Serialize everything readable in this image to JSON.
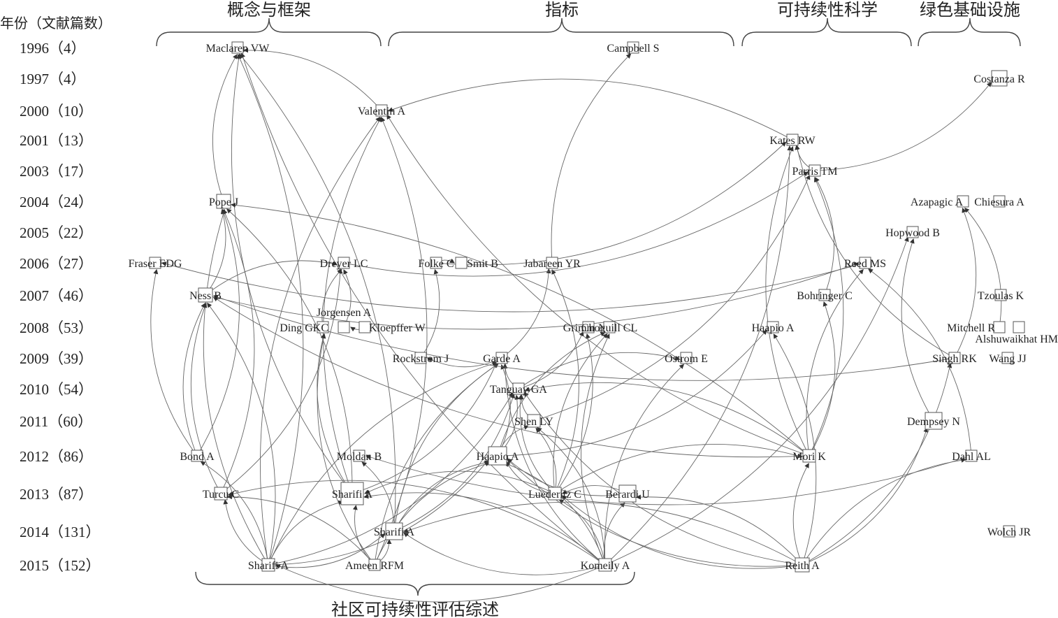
{
  "header": {
    "year_axis_title": "年份（文献篇数）",
    "bottom_category": "社区可持续性评估综述"
  },
  "categories": [
    {
      "id": "concept",
      "label": "概念与框架"
    },
    {
      "id": "indicator",
      "label": "指标"
    },
    {
      "id": "sustain",
      "label": "可持续性科学"
    },
    {
      "id": "green",
      "label": "绿色基础设施"
    }
  ],
  "years": [
    {
      "year": "1996",
      "label": "1996（4）"
    },
    {
      "year": "1997",
      "label": "1997（4）"
    },
    {
      "year": "2000",
      "label": "2000（10）"
    },
    {
      "year": "2001",
      "label": "2001（13）"
    },
    {
      "year": "2003",
      "label": "2003（17）"
    },
    {
      "year": "2004",
      "label": "2004（24）"
    },
    {
      "year": "2005",
      "label": "2005（22）"
    },
    {
      "year": "2006",
      "label": "2006（27）"
    },
    {
      "year": "2007",
      "label": "2007（46）"
    },
    {
      "year": "2008",
      "label": "2008（53）"
    },
    {
      "year": "2009",
      "label": "2009（39）"
    },
    {
      "year": "2010",
      "label": "2010（54）"
    },
    {
      "year": "2011",
      "label": "2011（60）"
    },
    {
      "year": "2012",
      "label": "2012（86）"
    },
    {
      "year": "2013",
      "label": "2013（87）"
    },
    {
      "year": "2014",
      "label": "2014（131）"
    },
    {
      "year": "2015",
      "label": "2015（152）"
    }
  ],
  "nodes": [
    {
      "id": "maclaren",
      "label": "Maclaren VW",
      "year": "1996"
    },
    {
      "id": "campbell",
      "label": "Campbell S",
      "year": "1996"
    },
    {
      "id": "costanza",
      "label": "Costanza R",
      "year": "1997"
    },
    {
      "id": "valentin",
      "label": "Valentin A",
      "year": "2000"
    },
    {
      "id": "kates",
      "label": "Kates RW",
      "year": "2001"
    },
    {
      "id": "parris",
      "label": "Parris TM",
      "year": "2003"
    },
    {
      "id": "pope",
      "label": "Pope J",
      "year": "2004"
    },
    {
      "id": "azapagic",
      "label": "Azapagic A",
      "year": "2004"
    },
    {
      "id": "chiesura",
      "label": "Chiesura A",
      "year": "2004"
    },
    {
      "id": "hopwood",
      "label": "Hopwood B",
      "year": "2005"
    },
    {
      "id": "fraser",
      "label": "Fraser EDG",
      "year": "2006"
    },
    {
      "id": "dreyer",
      "label": "Dreyer LC",
      "year": "2006"
    },
    {
      "id": "folke",
      "label": "Folke C",
      "year": "2006"
    },
    {
      "id": "smit",
      "label": "Smit B",
      "year": "2006"
    },
    {
      "id": "jabareen",
      "label": "Jabareen YR",
      "year": "2006"
    },
    {
      "id": "reed",
      "label": "Reed MS",
      "year": "2006"
    },
    {
      "id": "ness",
      "label": "Ness B",
      "year": "2007"
    },
    {
      "id": "bohringer",
      "label": "Bohringer C",
      "year": "2007"
    },
    {
      "id": "tzoulas",
      "label": "Tzoulas K",
      "year": "2007"
    },
    {
      "id": "jorgensen",
      "label": "Jorgensen A",
      "year": "2008"
    },
    {
      "id": "ding",
      "label": "Ding GKC",
      "year": "2008"
    },
    {
      "id": "kloepffer",
      "label": "Kloepffer W",
      "year": "2008"
    },
    {
      "id": "grimm",
      "label": "Grimm NB",
      "year": "2008"
    },
    {
      "id": "choguill",
      "label": "Choguill CL",
      "year": "2008"
    },
    {
      "id": "haapio08",
      "label": "Haapio A",
      "year": "2008"
    },
    {
      "id": "mitchell",
      "label": "Mitchell R",
      "year": "2008"
    },
    {
      "id": "alshuwaikhat",
      "label": "Alshuwaikhat HM",
      "year": "2008"
    },
    {
      "id": "rockstrom",
      "label": "Rockstrom J",
      "year": "2009"
    },
    {
      "id": "garde",
      "label": "Garde A",
      "year": "2009"
    },
    {
      "id": "ostrom",
      "label": "Ostrom E",
      "year": "2009"
    },
    {
      "id": "singh",
      "label": "Singh RK",
      "year": "2009"
    },
    {
      "id": "wang",
      "label": "Wang JJ",
      "year": "2009"
    },
    {
      "id": "tanguay",
      "label": "Tanguay GA",
      "year": "2010"
    },
    {
      "id": "shen",
      "label": "Shen LY",
      "year": "2011"
    },
    {
      "id": "dempsey",
      "label": "Dempsey N",
      "year": "2011"
    },
    {
      "id": "bond",
      "label": "Bond A",
      "year": "2012"
    },
    {
      "id": "moldan",
      "label": "Moldan B",
      "year": "2012"
    },
    {
      "id": "haapio12",
      "label": "Haapio A",
      "year": "2012"
    },
    {
      "id": "mori",
      "label": "Mori K",
      "year": "2012"
    },
    {
      "id": "dahl",
      "label": "Dahl AL",
      "year": "2012"
    },
    {
      "id": "turcu",
      "label": "Turcu C",
      "year": "2013"
    },
    {
      "id": "sharifi13",
      "label": "Sharifi A",
      "year": "2013"
    },
    {
      "id": "luederitz",
      "label": "Luederitz C",
      "year": "2013"
    },
    {
      "id": "berardi",
      "label": "Berardi U",
      "year": "2013"
    },
    {
      "id": "sharifi14",
      "label": "Sharifi A",
      "year": "2014"
    },
    {
      "id": "wolch",
      "label": "Wolch JR",
      "year": "2014"
    },
    {
      "id": "sharifi15",
      "label": "Sharifi A",
      "year": "2015"
    },
    {
      "id": "ameen",
      "label": "Ameen RFM",
      "year": "2015"
    },
    {
      "id": "komeily",
      "label": "Komeily A",
      "year": "2015"
    },
    {
      "id": "reith",
      "label": "Reith A",
      "year": "2015"
    }
  ],
  "edges": [
    [
      "sharifi15",
      "maclaren"
    ],
    [
      "sharifi15",
      "pope"
    ],
    [
      "sharifi15",
      "ness"
    ],
    [
      "sharifi15",
      "sharifi13"
    ],
    [
      "sharifi15",
      "sharifi14"
    ],
    [
      "sharifi15",
      "garde"
    ],
    [
      "sharifi15",
      "haapio12"
    ],
    [
      "sharifi15",
      "turcu"
    ],
    [
      "sharifi15",
      "bond"
    ],
    [
      "sharifi15",
      "valentin"
    ],
    [
      "sharifi15",
      "tanguay"
    ],
    [
      "ameen",
      "sharifi13"
    ],
    [
      "ameen",
      "sharifi14"
    ],
    [
      "ameen",
      "haapio12"
    ],
    [
      "ameen",
      "turcu"
    ],
    [
      "ameen",
      "ding"
    ],
    [
      "ameen",
      "valentin"
    ],
    [
      "ameen",
      "garde"
    ],
    [
      "komeily",
      "sharifi13"
    ],
    [
      "komeily",
      "sharifi14"
    ],
    [
      "komeily",
      "haapio12"
    ],
    [
      "komeily",
      "berardi"
    ],
    [
      "komeily",
      "luederitz"
    ],
    [
      "komeily",
      "choguill"
    ],
    [
      "komeily",
      "kates"
    ],
    [
      "komeily",
      "maclaren"
    ],
    [
      "komeily",
      "turcu"
    ],
    [
      "komeily",
      "garde"
    ],
    [
      "komeily",
      "shen"
    ],
    [
      "komeily",
      "ostrom"
    ],
    [
      "komeily",
      "hopwood"
    ],
    [
      "komeily",
      "sharifi15"
    ],
    [
      "reith",
      "sharifi14"
    ],
    [
      "reith",
      "haapio12"
    ],
    [
      "reith",
      "berardi"
    ],
    [
      "reith",
      "mori"
    ],
    [
      "reith",
      "dempsey"
    ],
    [
      "reith",
      "dahl"
    ],
    [
      "reith",
      "singh"
    ],
    [
      "reith",
      "luederitz"
    ],
    [
      "reith",
      "haapio08"
    ],
    [
      "reith",
      "tanguay"
    ],
    [
      "sharifi14",
      "maclaren"
    ],
    [
      "sharifi14",
      "haapio12"
    ],
    [
      "sharifi14",
      "tanguay"
    ],
    [
      "sharifi14",
      "garde"
    ],
    [
      "sharifi14",
      "moldan"
    ],
    [
      "sharifi13",
      "valentin"
    ],
    [
      "sharifi13",
      "pope"
    ],
    [
      "sharifi13",
      "ding"
    ],
    [
      "sharifi13",
      "garde"
    ],
    [
      "sharifi13",
      "maclaren"
    ],
    [
      "luederitz",
      "sharifi13"
    ],
    [
      "luederitz",
      "haapio12"
    ],
    [
      "luederitz",
      "grimm"
    ],
    [
      "luederitz",
      "choguill"
    ],
    [
      "luederitz",
      "jabareen"
    ],
    [
      "luederitz",
      "mori"
    ],
    [
      "luederitz",
      "shen"
    ],
    [
      "luederitz",
      "tanguay"
    ],
    [
      "berardi",
      "luederitz"
    ],
    [
      "berardi",
      "haapio12"
    ],
    [
      "turcu",
      "pope"
    ],
    [
      "turcu",
      "ness"
    ],
    [
      "turcu",
      "dreyer"
    ],
    [
      "bond",
      "ness"
    ],
    [
      "bond",
      "pope"
    ],
    [
      "bond",
      "fraser"
    ],
    [
      "haapio12",
      "tanguay"
    ],
    [
      "haapio12",
      "shen"
    ],
    [
      "haapio12",
      "garde"
    ],
    [
      "haapio12",
      "choguill"
    ],
    [
      "haapio12",
      "haapio08"
    ],
    [
      "mori",
      "kates"
    ],
    [
      "mori",
      "parris"
    ],
    [
      "mori",
      "reed"
    ],
    [
      "mori",
      "bohringer"
    ],
    [
      "mori",
      "valentin"
    ],
    [
      "mori",
      "tanguay"
    ],
    [
      "mori",
      "ness"
    ],
    [
      "mori",
      "pope"
    ],
    [
      "dahl",
      "moldan"
    ],
    [
      "dahl",
      "reed"
    ],
    [
      "shen",
      "tanguay"
    ],
    [
      "shen",
      "parris"
    ],
    [
      "tanguay",
      "garde"
    ],
    [
      "tanguay",
      "grimm"
    ],
    [
      "tanguay",
      "ostrom"
    ],
    [
      "garde",
      "jabareen"
    ],
    [
      "garde",
      "rockstrom"
    ],
    [
      "rockstrom",
      "folke"
    ],
    [
      "folke",
      "smit"
    ],
    [
      "folke",
      "kates"
    ],
    [
      "kloepffer",
      "jorgensen"
    ],
    [
      "jorgensen",
      "dreyer"
    ],
    [
      "ding",
      "dreyer"
    ],
    [
      "ness",
      "pope"
    ],
    [
      "ness",
      "dreyer"
    ],
    [
      "ness",
      "reed"
    ],
    [
      "jabareen",
      "campbell"
    ],
    [
      "dreyer",
      "parris"
    ],
    [
      "singh",
      "kates"
    ],
    [
      "singh",
      "azapagic"
    ],
    [
      "singh",
      "ness"
    ],
    [
      "mitchell",
      "azapagic"
    ],
    [
      "dempsey",
      "hopwood"
    ],
    [
      "bohringer",
      "parris"
    ],
    [
      "reed",
      "fraser"
    ],
    [
      "parris",
      "costanza"
    ],
    [
      "parris",
      "kates"
    ],
    [
      "kates",
      "valentin"
    ],
    [
      "pope",
      "maclaren"
    ],
    [
      "valentin",
      "maclaren"
    ]
  ]
}
